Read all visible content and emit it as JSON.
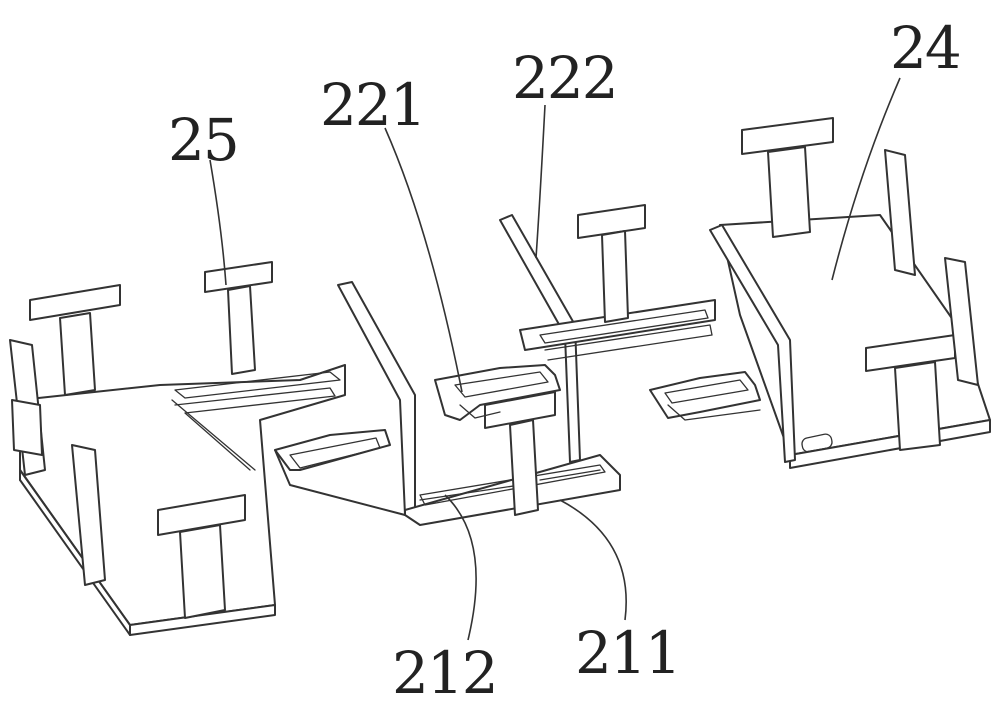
{
  "figure": {
    "labels": {
      "l25": "25",
      "l221": "221",
      "l222": "222",
      "l24": "24",
      "l212": "212",
      "l211": "211"
    }
  }
}
